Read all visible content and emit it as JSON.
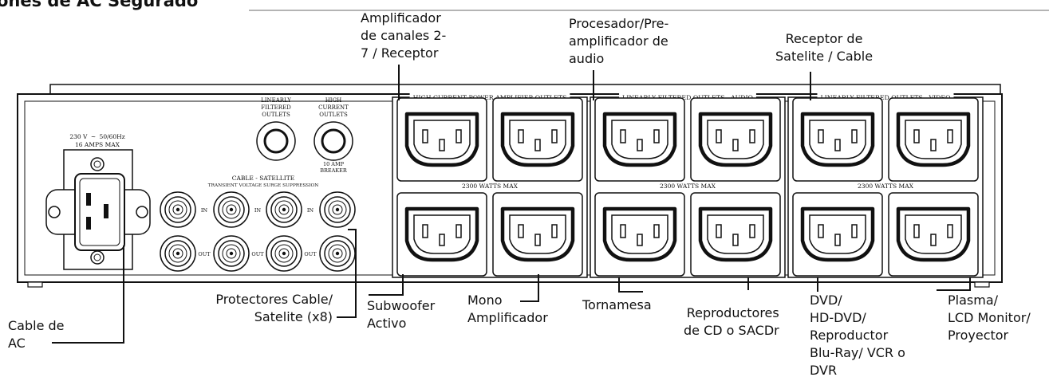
{
  "title": "ones de AC Segurado",
  "panel": {
    "power_rating_prefix": "230 V",
    "power_rating_suffix": "50/60Hz",
    "amps": "16 AMPS MAX",
    "linear_label": [
      "LINEARLY",
      "FILTERED",
      "OUTLETS"
    ],
    "high_label": [
      "HIGH",
      "CURRENT",
      "OUTLETS"
    ],
    "breaker_label": [
      "10 AMP",
      "BREAKER"
    ],
    "cable_label": "CABLE - SATELLITE",
    "surge_label": "TRANSIENT VOLTAGE SURGE SUPPRESSION",
    "in_label": "IN",
    "out_label": "OUT",
    "sections": [
      {
        "header": "HIGH CURRENT POWER AMPLIFIER OUTLETS",
        "watts": "2300 WATTS MAX"
      },
      {
        "header": "LINEARLY FILTERED OUTLETS - AUDIO",
        "watts": "2300 WATTS MAX"
      },
      {
        "header": "LINEARLY FILTERED OUTLETS - VIDEO",
        "watts": "2300 WATTS MAX"
      }
    ]
  },
  "callouts": {
    "amplificador": "Amplificador\nde canales 2-\n7 / Receptor",
    "procesador": "Procesador/Pre-\namplificador de\naudio",
    "receptor": "Receptor de\nSatelite / Cable",
    "cable_ac": "Cable de\nAC",
    "protectores": "Protectores Cable/\nSatelite (x8)",
    "subwoofer": "Subwoofer\nActivo",
    "mono": "Mono\nAmplificador",
    "tornamesa": "Tornamesa",
    "reproductores": "Reproductores\nde CD o SACDr",
    "dvd": "DVD/\nHD-DVD/\nReproductor\nBlu-Ray/ VCR o\nDVR",
    "plasma": "Plasma/\nLCD Monitor/\nProyector"
  }
}
